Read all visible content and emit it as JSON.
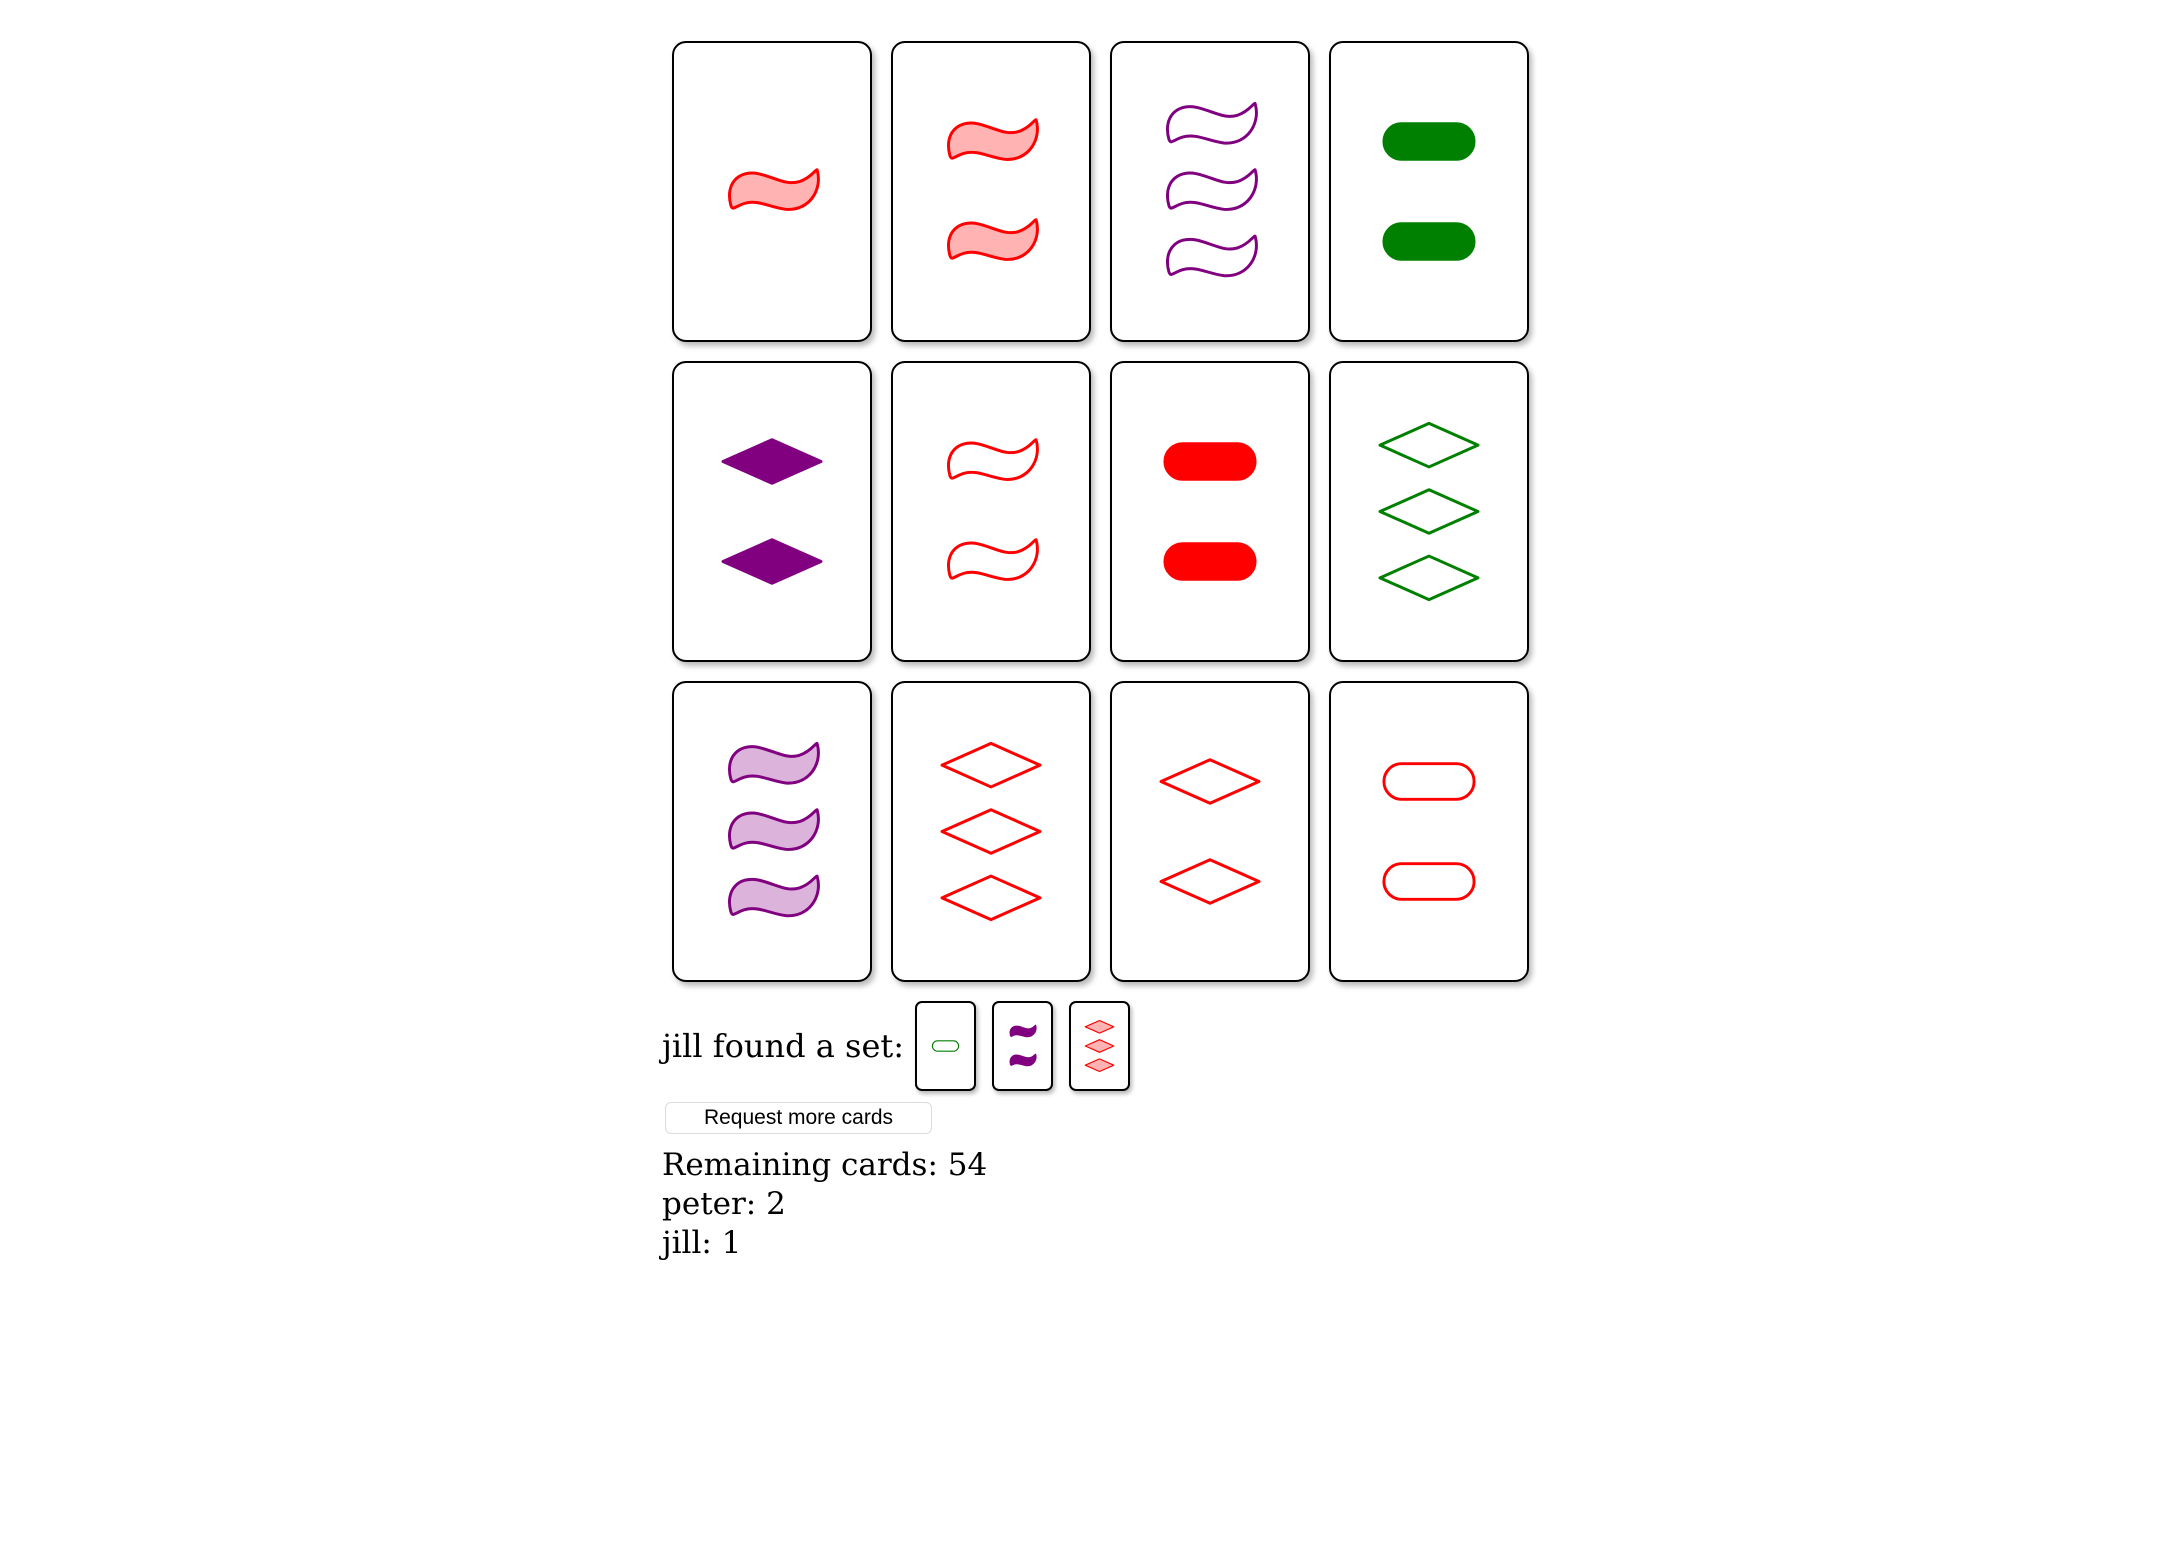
{
  "colors": {
    "red": "#ff0000",
    "purple": "#800080",
    "green": "#008000",
    "red_shade": "#ffb3b3",
    "purple_shade": "#dbb3db",
    "green_shade": "#b3dbb3"
  },
  "board": {
    "cards": [
      {
        "number": 1,
        "shape": "squiggle",
        "color": "red",
        "fill": "striped"
      },
      {
        "number": 2,
        "shape": "squiggle",
        "color": "red",
        "fill": "striped"
      },
      {
        "number": 3,
        "shape": "squiggle",
        "color": "purple",
        "fill": "open"
      },
      {
        "number": 2,
        "shape": "oval",
        "color": "green",
        "fill": "solid"
      },
      {
        "number": 2,
        "shape": "diamond",
        "color": "purple",
        "fill": "solid"
      },
      {
        "number": 2,
        "shape": "squiggle",
        "color": "red",
        "fill": "open"
      },
      {
        "number": 2,
        "shape": "oval",
        "color": "red",
        "fill": "solid"
      },
      {
        "number": 3,
        "shape": "diamond",
        "color": "green",
        "fill": "open"
      },
      {
        "number": 3,
        "shape": "squiggle",
        "color": "purple",
        "fill": "striped"
      },
      {
        "number": 3,
        "shape": "diamond",
        "color": "red",
        "fill": "open"
      },
      {
        "number": 2,
        "shape": "diamond",
        "color": "red",
        "fill": "open"
      },
      {
        "number": 2,
        "shape": "oval",
        "color": "red",
        "fill": "open"
      }
    ]
  },
  "last_set": {
    "text": "jill found a set:",
    "cards": [
      {
        "number": 1,
        "shape": "oval",
        "color": "green",
        "fill": "open"
      },
      {
        "number": 2,
        "shape": "squiggle",
        "color": "purple",
        "fill": "solid"
      },
      {
        "number": 3,
        "shape": "diamond",
        "color": "red",
        "fill": "striped"
      }
    ]
  },
  "controls": {
    "request_more_label": "Request more cards"
  },
  "status": {
    "remaining_label": "Remaining cards: 54"
  },
  "scores": [
    {
      "text": "peter: 2"
    },
    {
      "text": "jill: 1"
    }
  ]
}
